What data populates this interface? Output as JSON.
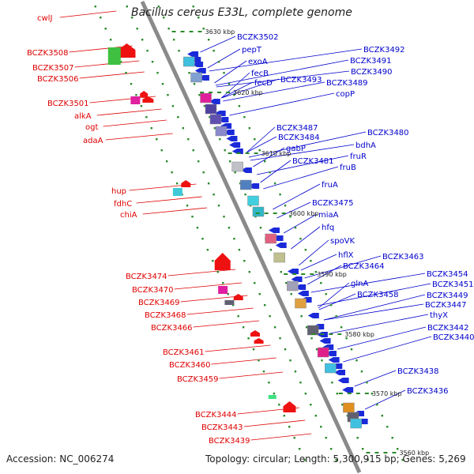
{
  "title": "Bacillus cereus E33L, complete genome",
  "footer": {
    "accession": "Accession: NC_006274",
    "topology": "Topology: circular; Length: 5,300,915 bp; Genes: 5,269"
  },
  "colors": {
    "backbone": "#8a8a8a",
    "dots": "#2a8a2a",
    "left_label": "#dd0000",
    "right_label": "#0000cc"
  },
  "ticks": [
    "3630 kbp",
    "3620 kbp",
    "3610 kbp",
    "3600 kbp",
    "3590 kbp",
    "3580 kbp",
    "3570 kbp",
    "3560 kbp"
  ],
  "left_labels": [
    "cwlJ",
    "BCZK3508",
    "BCZK3507",
    "BCZK3506",
    "BCZK3501",
    "alkA",
    "ogt",
    "adaA",
    "hup",
    "fdhC",
    "chiA",
    "BCZK3474",
    "BCZK3470",
    "BCZK3469",
    "BCZK3468",
    "BCZK3466",
    "BCZK3461",
    "BCZK3460",
    "BCZK3459",
    "BCZK3444",
    "BCZK3443",
    "BCZK3439"
  ],
  "right_labels": [
    "BCZK3502",
    "pepT",
    "exoA",
    "fecB",
    "fecD",
    "BCZK3493",
    "BCZK3492",
    "BCZK3491",
    "BCZK3490",
    "BCZK3489",
    "copP",
    "BCZK3487",
    "BCZK3484",
    "gabP",
    "BCZK3481",
    "BCZK3480",
    "bdhA",
    "fruR",
    "fruB",
    "fruA",
    "BCZK3475",
    "miaA",
    "hfq",
    "spoVK",
    "hflX",
    "BCZK3464",
    "BCZK3463",
    "glnA",
    "BCZK3458",
    "BCZK3454",
    "BCZK3451",
    "BCZK3449",
    "BCZK3447",
    "thyX",
    "BCZK3442",
    "BCZK3440",
    "BCZK3438",
    "BCZK3436"
  ]
}
